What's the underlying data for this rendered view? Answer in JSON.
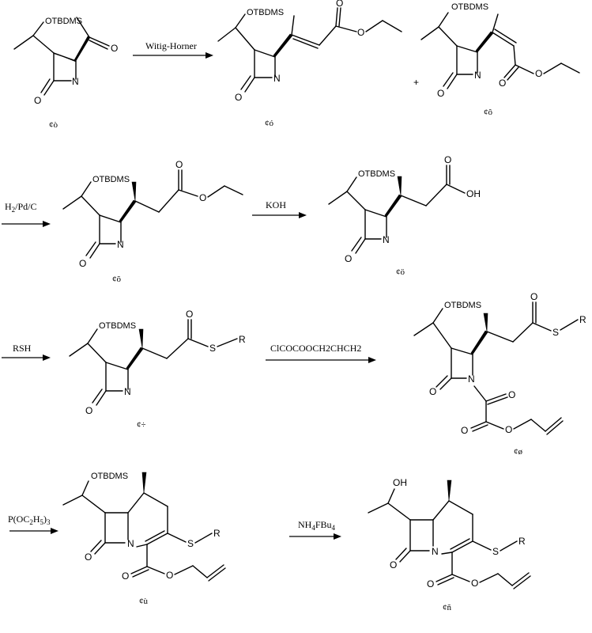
{
  "reagents": {
    "wittig": "Witig-Horner",
    "hydrogenation": "H2/Pd/C",
    "hydrogenation_main": "H",
    "hydrogenation_sub": "2",
    "hydrogenation_rest": "/Pd/C",
    "koh": "KOH",
    "rsh": "RSH",
    "chloroformate": "ClCOCOOCH2CHCH2",
    "phosphite": "P(OC2H5)3",
    "phosphite_a": "P(OC",
    "phosphite_b": "2",
    "phosphite_c": "H",
    "phosphite_d": "5",
    "phosphite_e": ")",
    "phosphite_f": "3",
    "fluoride": "NH4FBu4",
    "fluoride_a": "NH",
    "fluoride_b": "4",
    "fluoride_c": "FBu",
    "fluoride_d": "4"
  },
  "atoms": {
    "otbdms": "OTBDMS",
    "oh": "OH",
    "o": "O",
    "n": "N",
    "s": "S",
    "r": "R",
    "plus": "+"
  },
  "compound_ids": [
    "¢ò",
    "¢ó",
    "¢ô",
    "¢õ",
    "¢ö",
    "¢÷",
    "¢ø",
    "¢ù",
    "¢ñ"
  ]
}
